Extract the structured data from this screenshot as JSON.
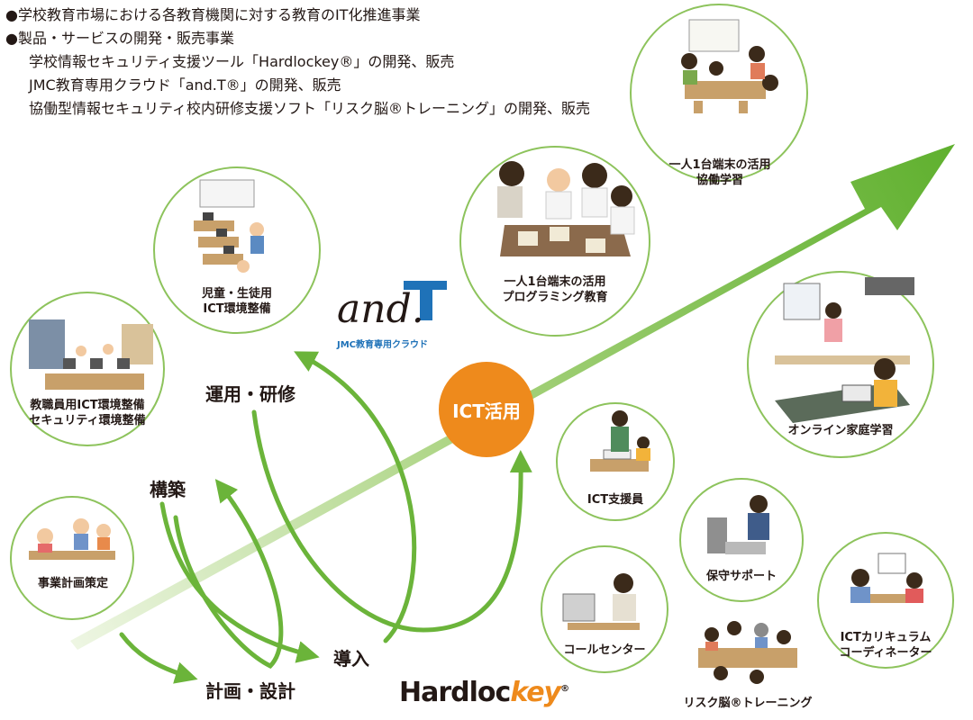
{
  "intro": {
    "bullets": [
      "●学校教育市場における各教育機関に対する教育のIT化推進事業",
      "●製品・サービスの開発・販売事業"
    ],
    "sub_items": [
      "学校情報セキュリティ支援ツール「Hardlockey®」の開発、販売",
      "JMC教育専用クラウド「and.T®」の開発、販売",
      "協働型情報セキュリティ校内研修支援ソフト「リスク脳®トレーニング」の開発、販売"
    ]
  },
  "flow": {
    "planning": "計画・設計",
    "construction": "構築",
    "operation": "運用・研修",
    "introduction": "導入",
    "hub": "ICT活用"
  },
  "bubbles": {
    "business_plan": [
      "事業計画策定"
    ],
    "staff_ict": [
      "教職員用ICT環境整備",
      "セキュリティ環境整備"
    ],
    "student_ict": [
      "児童・生徒用",
      "ICT環境整備"
    ],
    "programming": [
      "一人1台端末の活用",
      "プログラミング教育"
    ],
    "collab": [
      "一人1台端末の活用",
      "協働学習"
    ],
    "online": [
      "オンライン家庭学習"
    ],
    "support_staff": [
      "ICT支援員"
    ],
    "maintenance": [
      "保守サポート"
    ],
    "call_center": [
      "コールセンター"
    ],
    "curriculum": [
      "ICTカリキュラム",
      "コーディネーター"
    ],
    "risk_training": [
      "リスク脳®トレーニング"
    ]
  },
  "logos": {
    "andt_word": "and.",
    "andt_sub": "JMC教育専用クラウド",
    "hardlockey_main": "Hardloc",
    "hardlockey_accent": "key",
    "hardlockey_mark": "®"
  },
  "colors": {
    "green": "#6bb43a",
    "green_light": "#cfe8b6",
    "circle_outline": "#8dc35c",
    "hub": "#ee8a1c",
    "andt_blue": "#1f72b8"
  }
}
